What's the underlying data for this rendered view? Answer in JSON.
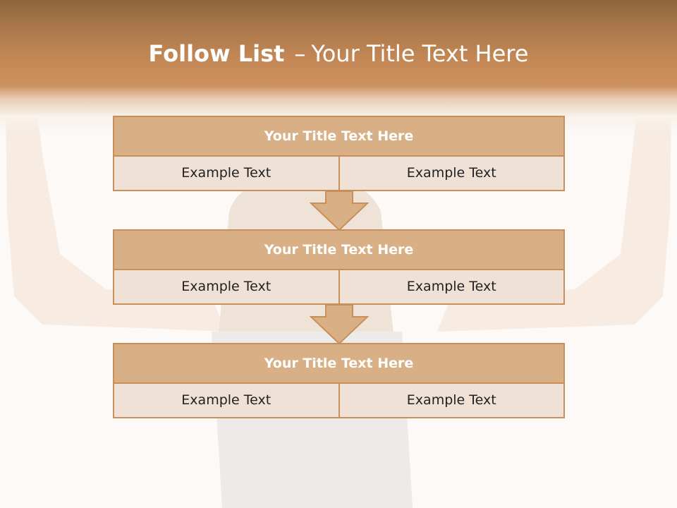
{
  "slide": {
    "title_bold": "Follow List",
    "title_dash": "–",
    "title_rest": "Your Title Text Here"
  },
  "steps": [
    {
      "title": "Your Title Text Here",
      "left": "Example Text",
      "right": "Example Text"
    },
    {
      "title": "Your Title Text Here",
      "left": "Example Text",
      "right": "Example Text"
    },
    {
      "title": "Your Title Text Here",
      "left": "Example Text",
      "right": "Example Text"
    }
  ],
  "colors": {
    "header_dark": "#8e653d",
    "header_light": "#cd925f",
    "block_border": "#c98f5a",
    "block_title_bg": "#d9b086",
    "block_cell_bg": "#f0e1d6",
    "arrow_fill": "#d9b086"
  },
  "icons": [
    "down-arrow-icon"
  ]
}
